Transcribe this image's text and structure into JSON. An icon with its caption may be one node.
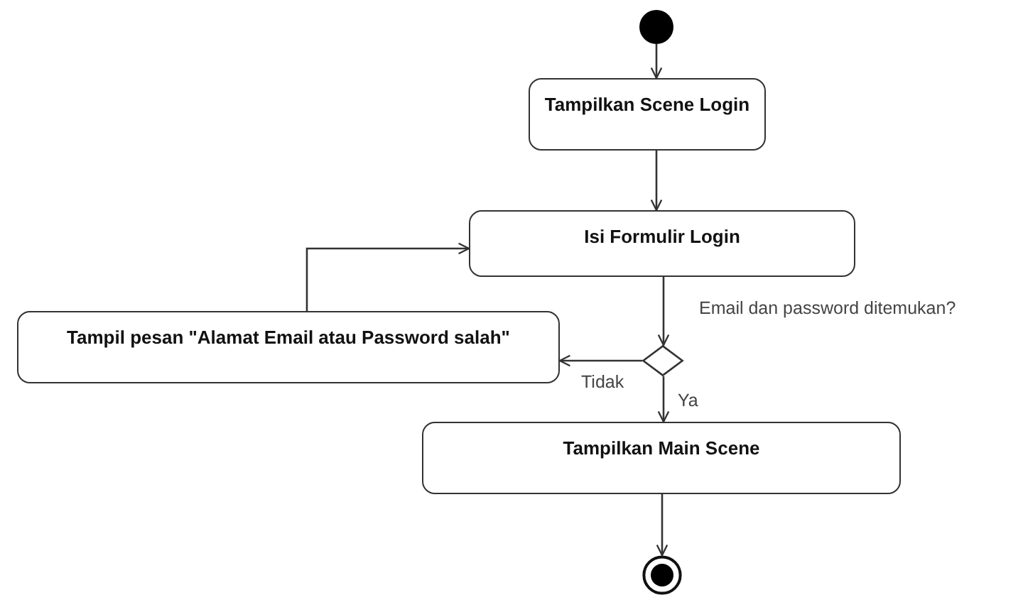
{
  "diagram": {
    "nodes": [
      {
        "text": [],
        "shape": "circle"
      },
      {
        "text": [
          "Tampilkan Scene Login"
        ]
      },
      {
        "text": [
          "Isi Formulir Login"
        ]
      },
      {
        "text": [
          "Tampil pesan \"Alamat Email atau Password salah\""
        ]
      },
      {
        "text": [],
        "shape": "diamond",
        "beside": [
          "Email dan password ditemukan?"
        ]
      },
      {
        "text": [
          "Tampilkan Main Scene"
        ]
      },
      {
        "text": [],
        "shape": "circle"
      }
    ],
    "edges": [
      {
        "from": 0,
        "to": 1,
        "arrow": "to"
      },
      {
        "from": 1,
        "to": 2,
        "arrow": "to"
      },
      {
        "from": 2,
        "to": 4,
        "arrow": "to"
      },
      {
        "from": 4,
        "to": 3,
        "arrow": "to",
        "label": "Tidak"
      },
      {
        "from": 4,
        "to": 5,
        "arrow": "to",
        "label": "Ya"
      },
      {
        "from": 3,
        "to": 2,
        "arrow": "to"
      },
      {
        "from": 5,
        "to": 6,
        "arrow": "to"
      }
    ]
  }
}
